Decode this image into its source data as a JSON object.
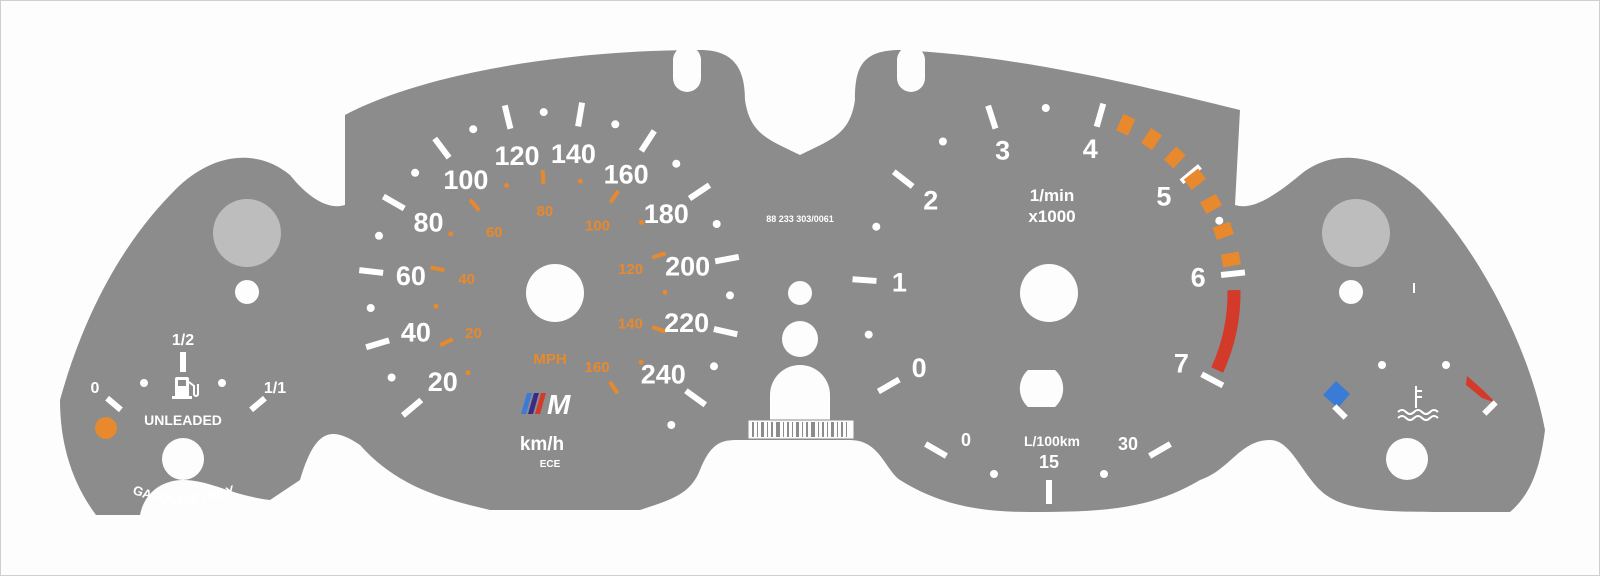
{
  "colors": {
    "background": "#fdfdfd",
    "face": "#8c8c8c",
    "marking": "#ffffff",
    "mph_orange": "#e8892d",
    "warning_orange": "#e8892d",
    "redline": "#d33a2a",
    "cold_blue": "#3a7bd5",
    "hot_red": "#d33a2a",
    "lamp_gray": "#bdbdbd"
  },
  "fuel_gauge": {
    "empty_label": "0",
    "half_label": "1/2",
    "full_label": "1/1",
    "fuel_type": "UNLEADED",
    "notice": "GASOLINE ONLY",
    "icon": "fuel-pump-icon"
  },
  "speedometer": {
    "kmh_labels": [
      "20",
      "40",
      "60",
      "80",
      "100",
      "120",
      "140",
      "160",
      "180",
      "200",
      "220",
      "240"
    ],
    "mph_labels": [
      "20",
      "40",
      "60",
      "80",
      "100",
      "120",
      "140",
      "160"
    ],
    "mph_unit": "MPH",
    "unit": "km/h",
    "approval": "ECE",
    "logo": "M"
  },
  "part_number": "88 233 303/0061",
  "tachometer": {
    "labels": [
      "0",
      "1",
      "2",
      "3",
      "4",
      "5",
      "6",
      "7"
    ],
    "unit_line1": "1/min",
    "unit_line2": "x1000"
  },
  "economy_gauge": {
    "unit": "L/100km",
    "labels": [
      "0",
      "15",
      "30"
    ]
  },
  "temperature_gauge": {
    "icon": "coolant-temperature-icon"
  }
}
